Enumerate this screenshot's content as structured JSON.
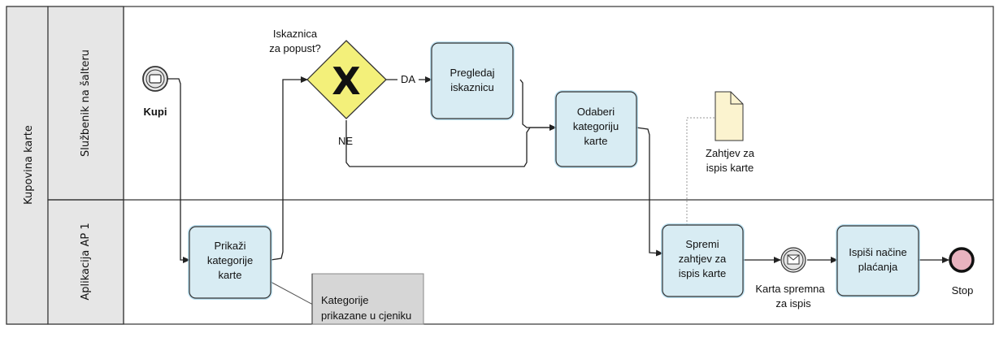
{
  "pool": {
    "label": "Kupovina karte"
  },
  "lanes": {
    "top": "Službenik na šalteru",
    "bottom": "Aplikacija AP 1"
  },
  "events": {
    "start": "Kupi",
    "intermediate": [
      "Karta spremna",
      "za ispis"
    ],
    "end": "Stop"
  },
  "gateway": {
    "question": [
      "Iskaznica",
      "za popust?"
    ],
    "yes": "DA",
    "no": "NE",
    "symbol": "X"
  },
  "tasks": {
    "prikazi": [
      "Prikaži",
      "kategorije",
      "karte"
    ],
    "pregledaj": [
      "Pregledaj",
      "iskaznicu"
    ],
    "odaberi": [
      "Odaberi",
      "kategoriju",
      "karte"
    ],
    "spremi": [
      "Spremi",
      "zahtjev za",
      "ispis karte"
    ],
    "ispisi": [
      "Ispiši načine",
      "plaćanja"
    ]
  },
  "data_object": {
    "label": [
      "Zahtjev za",
      "ispis karte"
    ]
  },
  "annotation": {
    "label": [
      "Kategorije",
      "prikazane u cjeniku"
    ]
  },
  "colors": {
    "lane_header": "#e6e6e6",
    "task_fill": "#d8ecf3",
    "task_glow": "#9ed3ea",
    "gateway_fill": "#f3f07a",
    "end_fill": "#e8b3bf",
    "data_fill": "#fbf3cf",
    "annotation_fill": "#d6d6d6"
  }
}
